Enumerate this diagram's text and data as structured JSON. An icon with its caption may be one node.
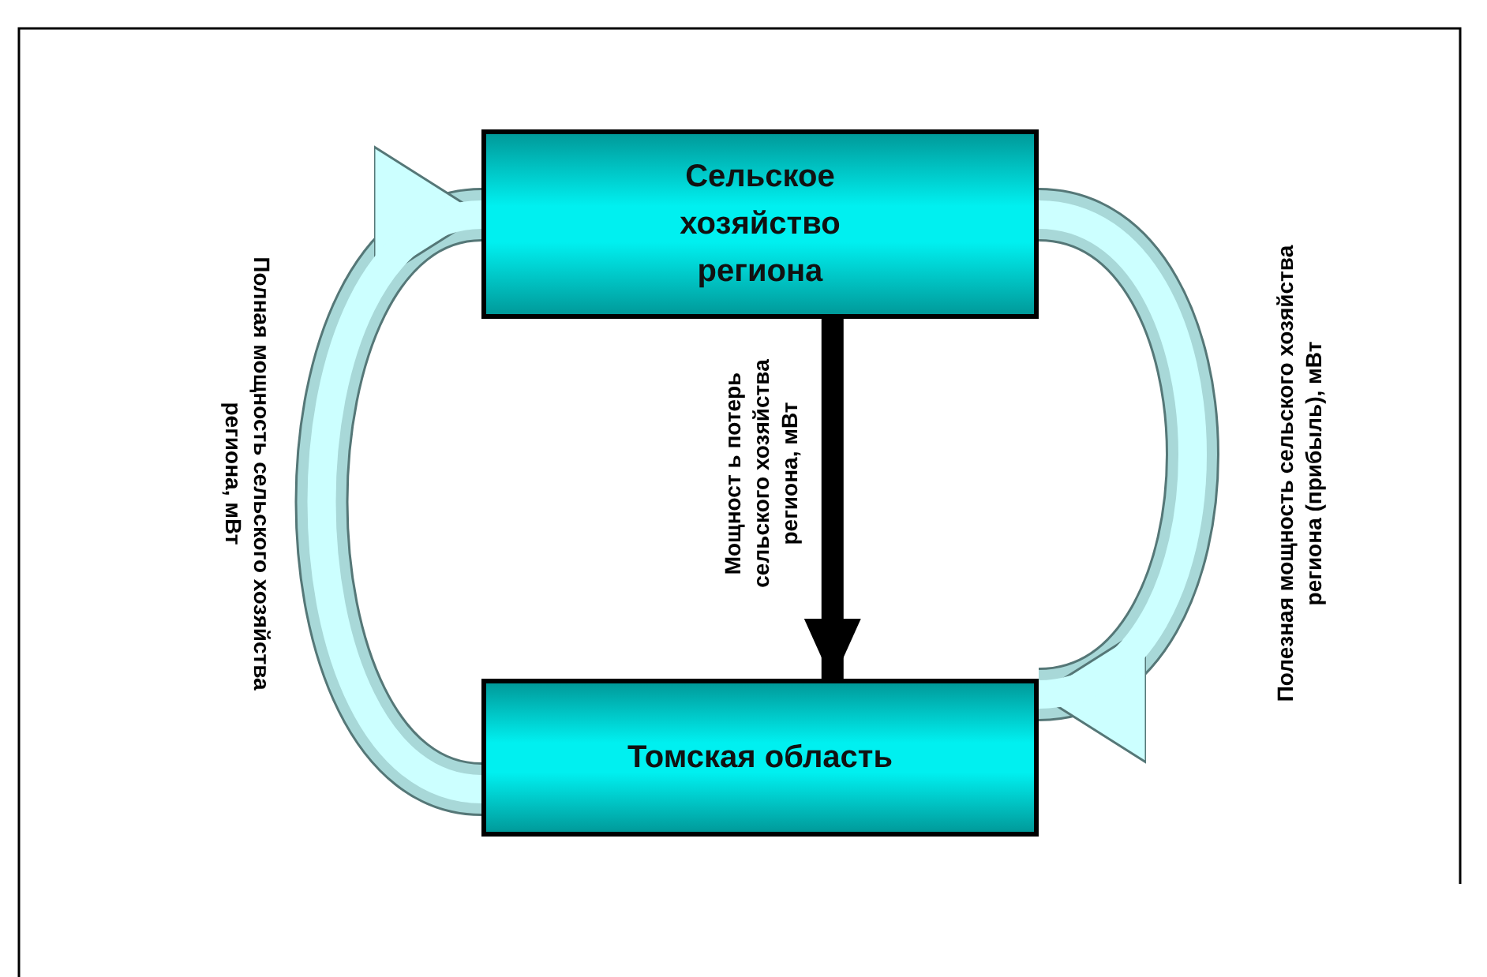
{
  "diagram": {
    "nodes": [
      {
        "text": [
          "Сельское хозяйство региона"
        ]
      },
      {
        "text": [
          "Томская область"
        ]
      }
    ],
    "edges": [
      {
        "from": 1,
        "to": 0,
        "arrow": "to",
        "label": "Полная мощность сельского хозяйства региона, мВт"
      },
      {
        "from": 0,
        "to": 1,
        "arrow": "to",
        "label": "Мощност ь потерь сельского хозяйства региона, мВт",
        "color": "#000000"
      },
      {
        "from": 0,
        "to": 1,
        "arrow": "to",
        "label": "Полезная мощность сельского хозяйства региона (прибыль), мВт"
      }
    ]
  }
}
